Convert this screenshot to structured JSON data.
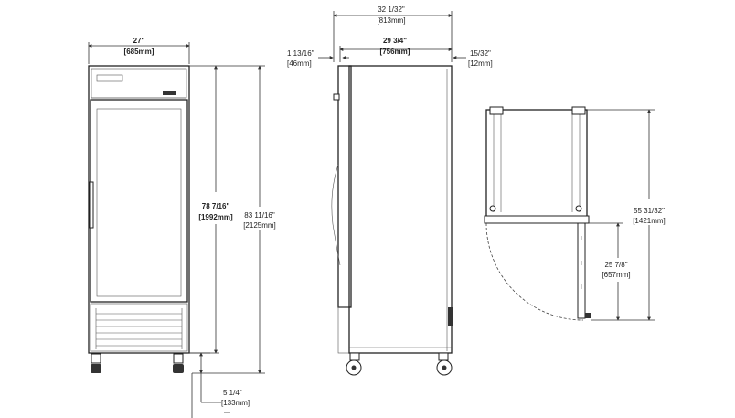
{
  "front_view": {
    "width_in": "27\"",
    "width_mm": "[685mm]",
    "door_height_in": "78 7/16\"",
    "door_height_mm": "[1992mm]",
    "total_height_in": "83 11/16\"",
    "total_height_mm": "[2125mm]",
    "caster_in": "5 1/4\"",
    "caster_mm": "[133mm]"
  },
  "side_view": {
    "overall_depth_in": "32 1/32\"",
    "overall_depth_mm": "[813mm]",
    "body_depth_in": "29 3/4\"",
    "body_depth_mm": "[756mm]",
    "handle_in": "1 13/16\"",
    "handle_mm": "[46mm]",
    "rear_in": "15/32\"",
    "rear_mm": "[12mm]"
  },
  "top_view": {
    "door_swing_in": "55 31/32\"",
    "door_swing_mm": "[1421mm]",
    "clearance_in": "25 7/8\"",
    "clearance_mm": "[657mm]"
  }
}
